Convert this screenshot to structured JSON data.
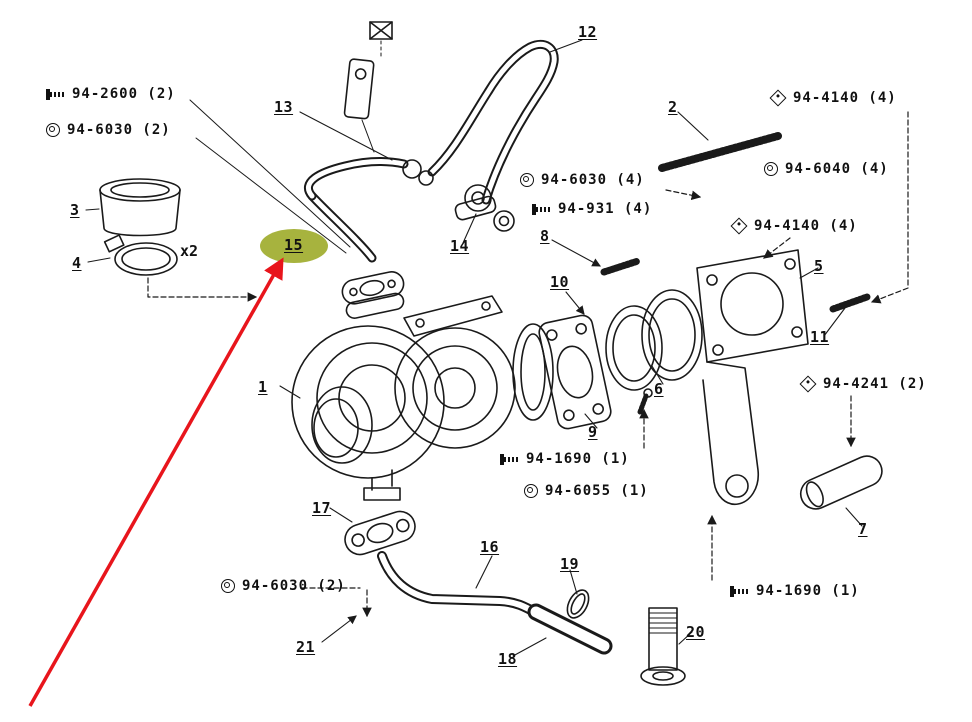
{
  "figure": {
    "type": "exploded-parts-diagram",
    "subject": "turbocharger assembly",
    "colors": {
      "background": "#ffffff",
      "line": "#1a1a1a",
      "highlight_ellipse": "#a7b33e",
      "pointer_arrow": "#e8151c"
    },
    "icons": {
      "bolt": "bolt-icon",
      "washer": "washer-icon",
      "diamond": "diamond-icon",
      "crossed_box": "crossed-box-symbol"
    }
  },
  "callouts": [
    {
      "icon": "bolt",
      "label": "94-2600 (2)"
    },
    {
      "icon": "washer",
      "label": "94-6030 (2)"
    },
    {
      "icon": "diamond",
      "label": "94-4140 (4)"
    },
    {
      "icon": "washer",
      "label": "94-6040 (4)"
    },
    {
      "icon": "washer",
      "label": "94-6030 (4)"
    },
    {
      "icon": "bolt",
      "label": "94-931 (4)"
    },
    {
      "icon": "diamond",
      "label": "94-4140 (4)"
    },
    {
      "icon": "diamond",
      "label": "94-4241 (2)"
    },
    {
      "icon": "bolt",
      "label": "94-1690 (1)"
    },
    {
      "icon": "washer",
      "label": "94-6055 (1)"
    },
    {
      "icon": "washer",
      "label": "94-6030 (2)"
    },
    {
      "icon": "bolt",
      "label": "94-1690 (1)"
    }
  ],
  "parts": [
    "1",
    "2",
    "3",
    "4",
    "5",
    "6",
    "7",
    "8",
    "9",
    "10",
    "11",
    "12",
    "13",
    "14",
    "15",
    "16",
    "17",
    "18",
    "19",
    "20",
    "21"
  ],
  "annotations": {
    "multiplier": "x2",
    "highlighted_part": "15"
  }
}
